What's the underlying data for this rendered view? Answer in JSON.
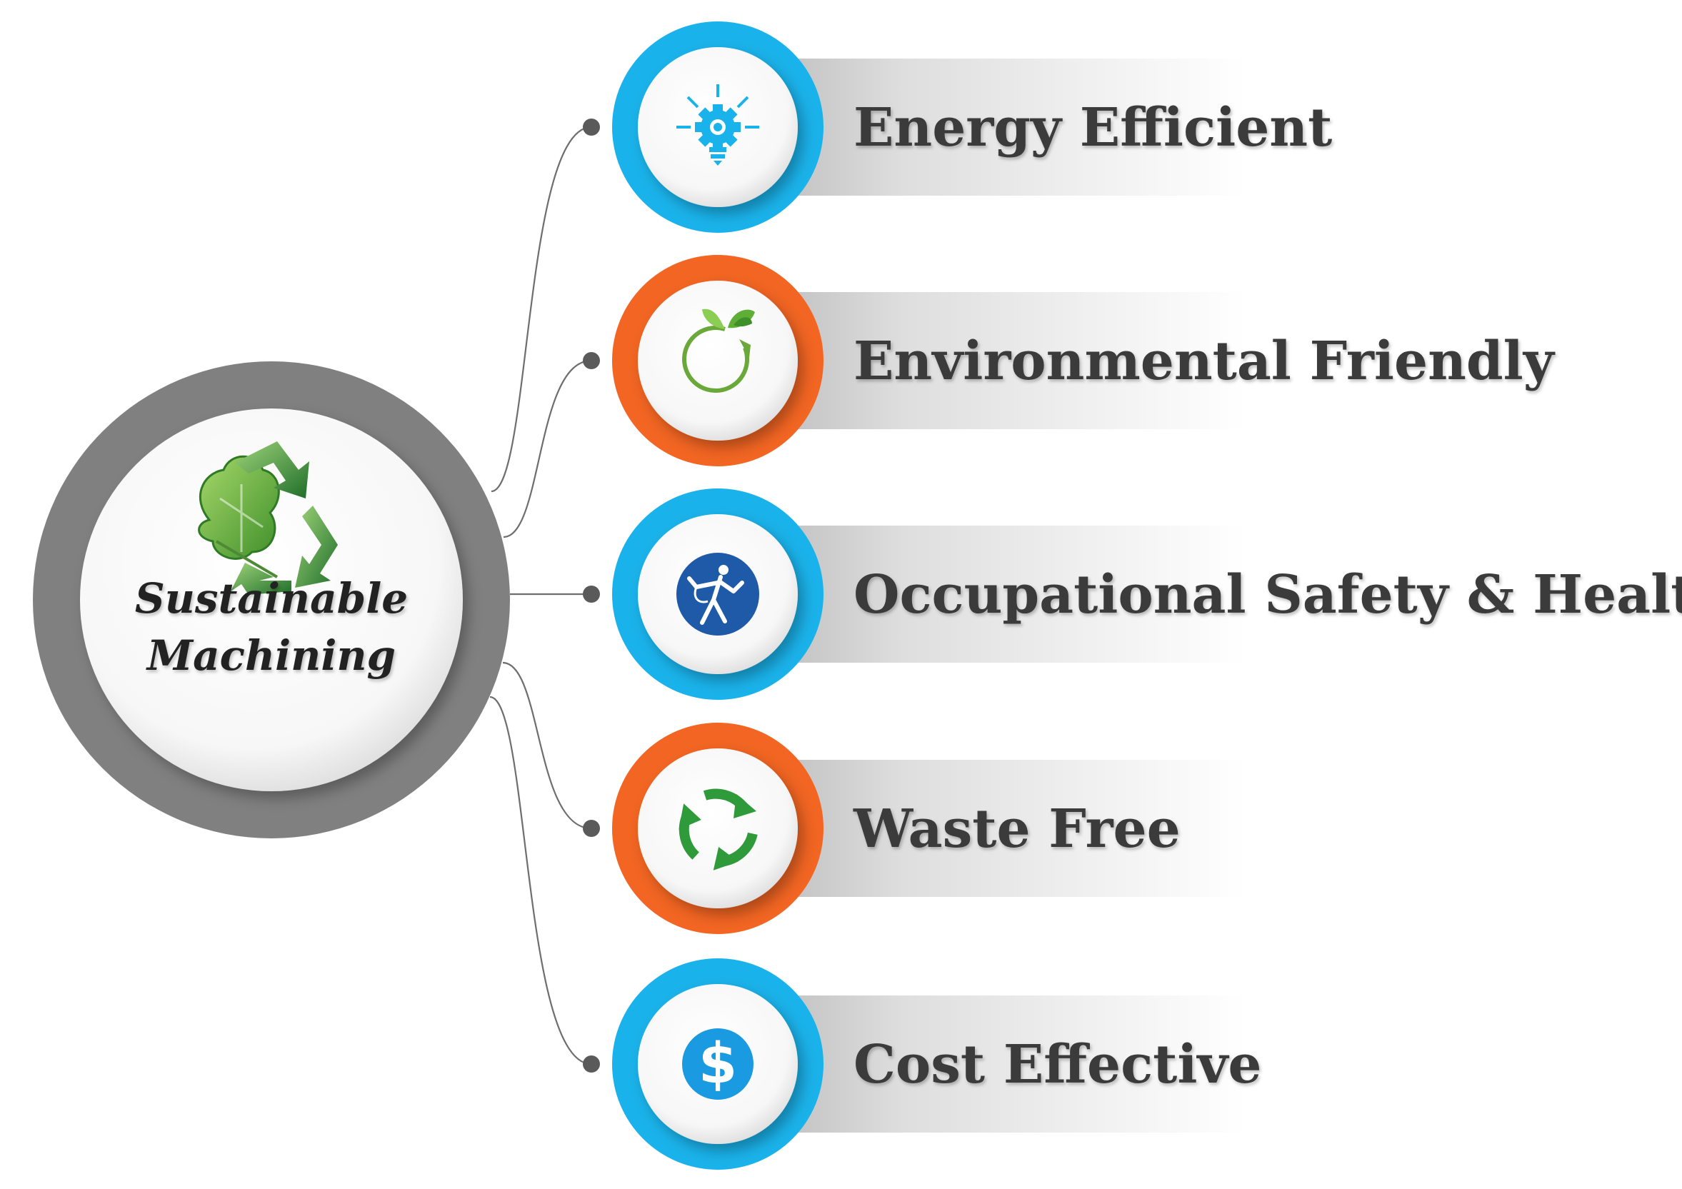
{
  "hub": {
    "line1": "Sustainable",
    "line2": "Machining",
    "ring_color": "#808080",
    "icon": "recycle-leaf-icon"
  },
  "items": [
    {
      "label": "Energy Efficient",
      "ring_color": "#1ab2ea",
      "icon": "lightbulb-gear-icon"
    },
    {
      "label": "Environmental Friendly",
      "ring_color": "#f26522",
      "icon": "leaf-cycle-icon"
    },
    {
      "label": "Occupational Safety & Health",
      "ring_color": "#1ab2ea",
      "icon": "safety-harness-icon"
    },
    {
      "label": "Waste Free",
      "ring_color": "#f26522",
      "icon": "recycle-arrows-icon"
    },
    {
      "label": "Cost Effective",
      "ring_color": "#1ab2ea",
      "icon": "dollar-icon"
    }
  ]
}
